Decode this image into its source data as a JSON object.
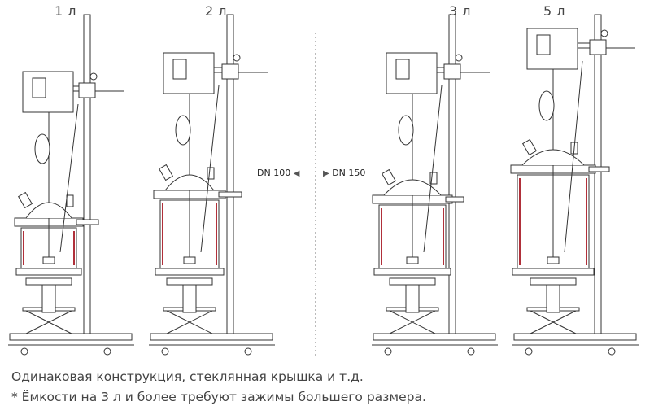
{
  "reactors": [
    {
      "volume_label": "1 л"
    },
    {
      "volume_label": "2 л"
    },
    {
      "volume_label": "3 л"
    },
    {
      "volume_label": "5 л"
    }
  ],
  "divider": {
    "left_label": "DN 100",
    "right_label": "DN 150",
    "left_arrow": "◀",
    "right_arrow": "▶"
  },
  "caption": {
    "line1": "Одинаковая конструкция, стеклянная крышка и т.д.",
    "line2": "* Ёмкости на 3 л и более требуют зажимы большего размера."
  },
  "colors": {
    "line": "#333333",
    "glass_accent": "#b0303a",
    "text": "#444444"
  }
}
